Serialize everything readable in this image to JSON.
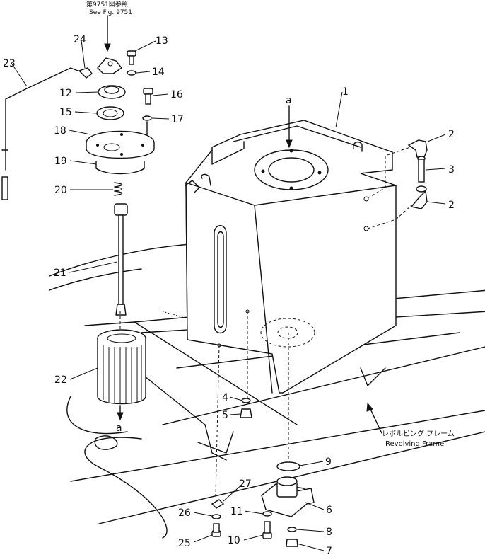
{
  "reference": {
    "jp": "第9751図参照",
    "en": "See Fig. 9751"
  },
  "frame_label": {
    "jp": "レボルビング フレーム",
    "en": "Revolving Frame"
  },
  "section_marks": {
    "top": "a",
    "bottom": "a"
  },
  "callouts": [
    "1",
    "2",
    "3",
    "2",
    "4",
    "5",
    "6",
    "7",
    "8",
    "9",
    "10",
    "11",
    "12",
    "13",
    "14",
    "15",
    "16",
    "17",
    "18",
    "19",
    "20",
    "21",
    "22",
    "23",
    "24",
    "25",
    "26",
    "27"
  ]
}
